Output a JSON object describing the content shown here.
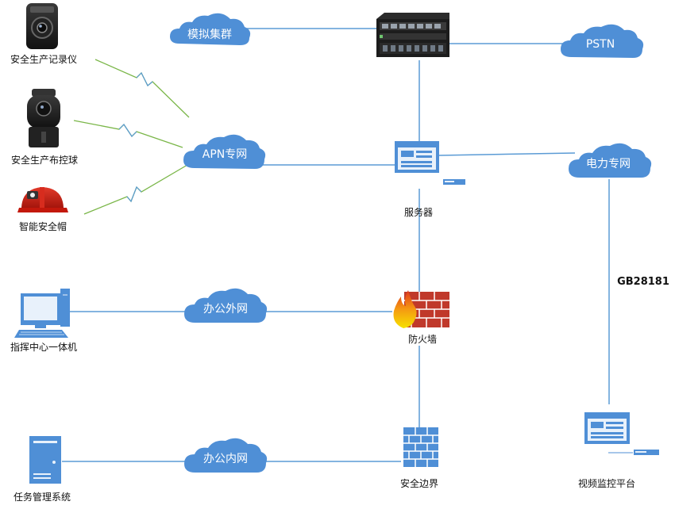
{
  "devices": {
    "recorder": "安全生产记录仪",
    "ptz_camera": "安全生产布控球",
    "helmet": "智能安全帽",
    "command_pc": "指挥中心一体机",
    "task_system": "任务管理系统",
    "server": "服务器",
    "firewall": "防火墙",
    "security_boundary": "安全边界",
    "video_platform": "视频监控平台"
  },
  "clouds": {
    "analog_cluster": "模拟集群",
    "pstn": "PSTN",
    "apn": "APN专网",
    "power_net": "电力专网",
    "office_external": "办公外网",
    "office_internal": "办公内网"
  },
  "links": {
    "gb_protocol": "GB28181"
  },
  "colors": {
    "cloud": "#4f8fd6",
    "line": "#5b9bd5",
    "wireless": "#7ab648"
  }
}
